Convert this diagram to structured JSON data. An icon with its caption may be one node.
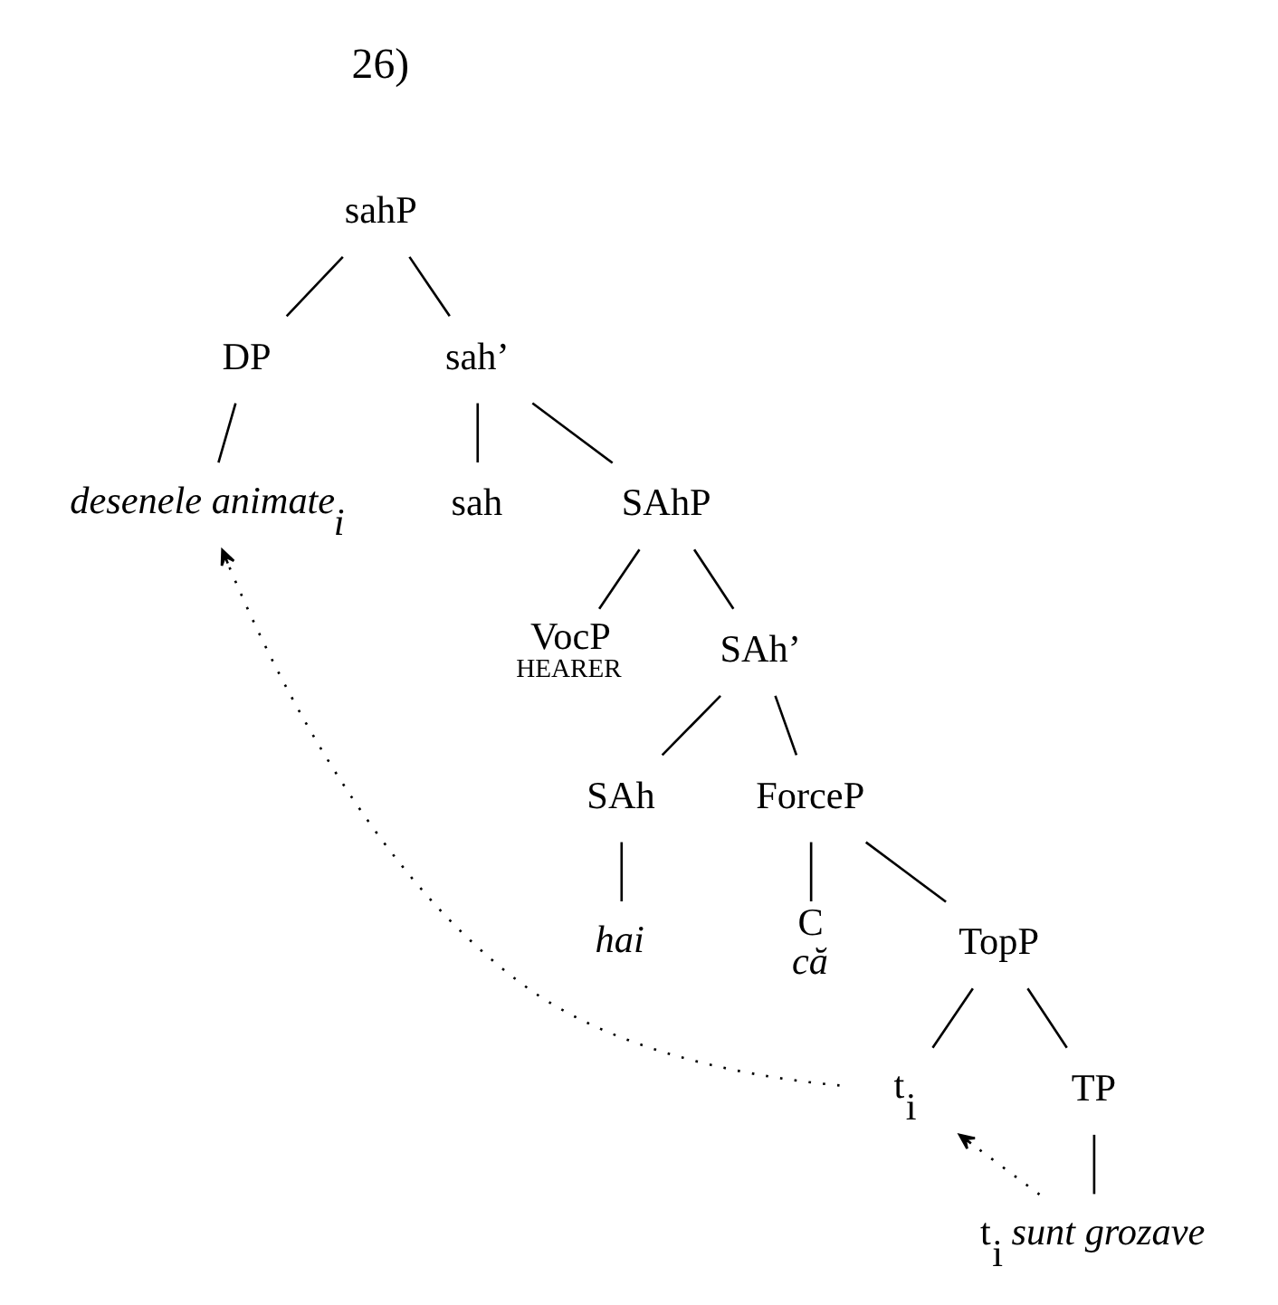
{
  "diagram": {
    "nodes": [
      {
        "text": [
          "sahP"
        ]
      },
      {
        "text": [
          "DP"
        ]
      },
      {
        "text": [
          "sah’"
        ]
      },
      {
        "text": [
          "*desenele animate$_{i}$*"
        ]
      },
      {
        "text": [
          "sah"
        ]
      },
      {
        "text": [
          "SAhP"
        ]
      },
      {
        "text": [
          "VocP",
          "HEARER"
        ]
      },
      {
        "text": [
          "SAh’"
        ]
      },
      {
        "text": [
          "SAh"
        ]
      },
      {
        "text": [
          "*hai*"
        ]
      },
      {
        "text": [
          "ForceP"
        ]
      },
      {
        "text": [
          "C",
          "*că*"
        ]
      },
      {
        "text": [
          "TopP"
        ]
      },
      {
        "text": [
          "t$_{i}$"
        ]
      },
      {
        "text": [
          "TP"
        ]
      },
      {
        "text": [
          "t$_{i}$ *sunt grozave*"
        ]
      }
    ],
    "edges": [
      {
        "from": 0,
        "to": 1,
        "arrow": "none"
      },
      {
        "from": 0,
        "to": 2,
        "arrow": "none"
      },
      {
        "from": 1,
        "to": 3,
        "arrow": "none"
      },
      {
        "from": 2,
        "to": 4,
        "arrow": "none"
      },
      {
        "from": 2,
        "to": 5,
        "arrow": "none"
      },
      {
        "from": 5,
        "to": 6,
        "arrow": "none"
      },
      {
        "from": 5,
        "to": 7,
        "arrow": "none"
      },
      {
        "from": 7,
        "to": 8,
        "arrow": "none"
      },
      {
        "from": 7,
        "to": 10,
        "arrow": "none"
      },
      {
        "from": 8,
        "to": 9,
        "arrow": "none"
      },
      {
        "from": 10,
        "to": 11,
        "arrow": "none"
      },
      {
        "from": 10,
        "to": 12,
        "arrow": "none"
      },
      {
        "from": 12,
        "to": 13,
        "arrow": "none"
      },
      {
        "from": 12,
        "to": 14,
        "arrow": "none"
      },
      {
        "from": 14,
        "to": 15,
        "arrow": "none"
      },
      {
        "from": 13,
        "to": 3,
        "arrow": "to",
        "style": "dashed"
      },
      {
        "from": 15,
        "to": 13,
        "arrow": "to",
        "style": "dashed"
      }
    ],
    "labels": [
      "26)"
    ]
  }
}
